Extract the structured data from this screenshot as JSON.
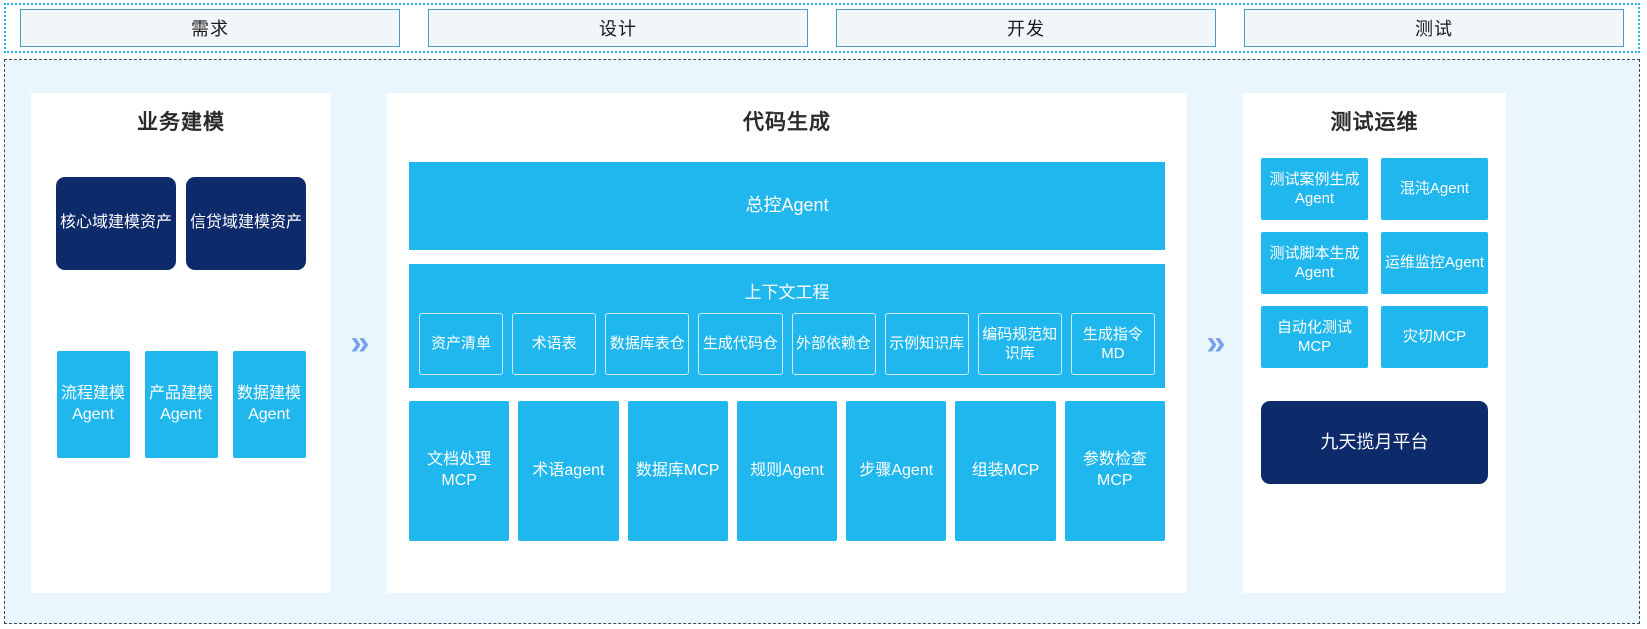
{
  "phases": [
    {
      "label": "需求"
    },
    {
      "label": "设计"
    },
    {
      "label": "开发"
    },
    {
      "label": "测试"
    }
  ],
  "arrows": {
    "glyph": "»",
    "color": "#7aa2f0"
  },
  "colors": {
    "cyan": "#20b7ef",
    "navy": "#0d2a6b",
    "panel_bg": "#ffffff",
    "canvas_bg": "#e9f6fd",
    "phase_box_bg": "#f2f6f8",
    "phase_box_border": "#4a9cc0",
    "top_border": "#22b3e8",
    "main_border": "#3a4a66"
  },
  "left_panel": {
    "title": "业务建模",
    "assets": [
      {
        "label": "核心域建模资产"
      },
      {
        "label": "信贷域建模资产"
      }
    ],
    "agents": [
      {
        "label": "流程建模Agent"
      },
      {
        "label": "产品建模Agent"
      },
      {
        "label": "数据建模Agent"
      }
    ]
  },
  "center_panel": {
    "title": "代码生成",
    "master_agent": "总控Agent",
    "context": {
      "title": "上下文工程",
      "items": [
        {
          "label": "资产清单"
        },
        {
          "label": "术语表"
        },
        {
          "label": "数据库表仓"
        },
        {
          "label": "生成代码仓"
        },
        {
          "label": "外部依赖仓"
        },
        {
          "label": "示例知识库"
        },
        {
          "label": "编码规范知识库"
        },
        {
          "label": "生成指令MD"
        }
      ]
    },
    "tools": [
      {
        "label": "文档处理MCP"
      },
      {
        "label": "术语agent"
      },
      {
        "label": "数据库MCP"
      },
      {
        "label": "规则Agent"
      },
      {
        "label": "步骤Agent"
      },
      {
        "label": "组装MCP"
      },
      {
        "label": "参数检查MCP"
      }
    ]
  },
  "right_panel": {
    "title": "测试运维",
    "items": [
      {
        "label": "测试案例生成Agent"
      },
      {
        "label": "混沌Agent"
      },
      {
        "label": "测试脚本生成Agent"
      },
      {
        "label": "运维监控Agent"
      },
      {
        "label": "自动化测试MCP"
      },
      {
        "label": "灾切MCP"
      }
    ],
    "platform": "九天揽月平台"
  }
}
